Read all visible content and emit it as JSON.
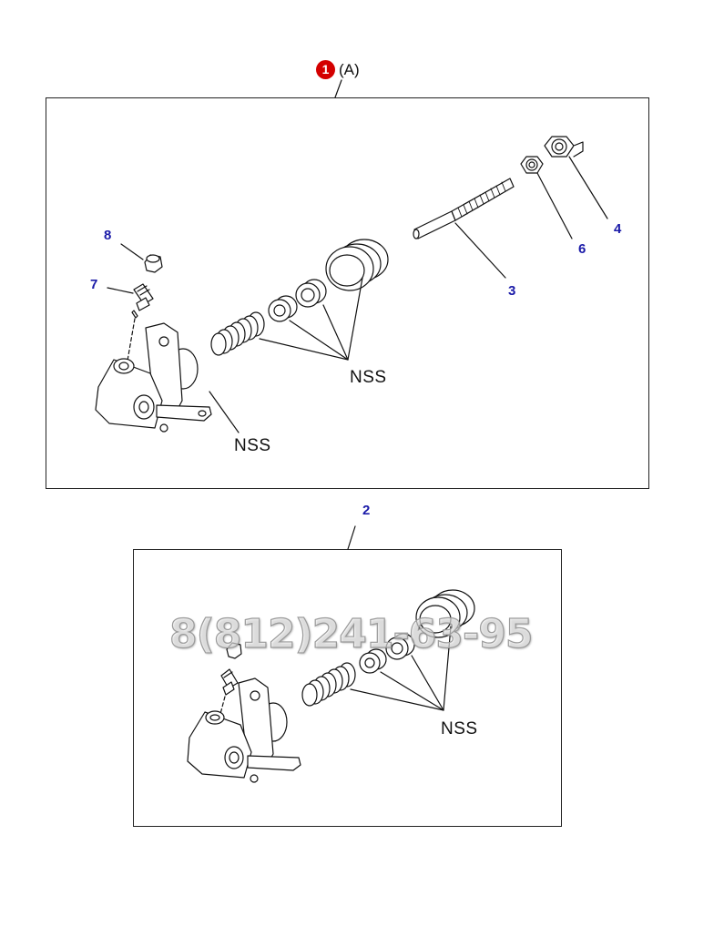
{
  "assembly_a": {
    "ref_number": "1",
    "ref_label": "(A)",
    "callouts": {
      "c8": "8",
      "c7": "7",
      "c3": "3",
      "c6": "6",
      "c4": "4"
    },
    "nss_label_upper": "NSS",
    "nss_label_lower": "NSS"
  },
  "assembly_b": {
    "callout": "2",
    "nss_label": "NSS"
  },
  "watermark": "8(812)241-63-95",
  "colors": {
    "callout_text": "#1a1aa8",
    "ref_badge": "#d40000",
    "line_art": "#111111"
  }
}
